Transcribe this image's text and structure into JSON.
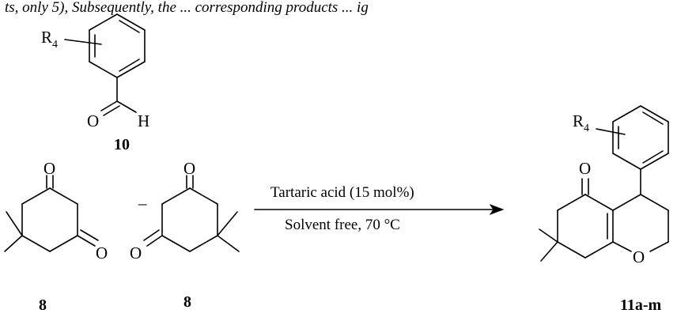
{
  "header_text": "ts, only 5), Subsequently, the ... corresponding products ... ig",
  "atoms": {
    "r_group": "R",
    "r_sub": "4",
    "oxygen": "O",
    "hydrogen": "H"
  },
  "compounds": {
    "aldehyde": "10",
    "dione_left": "8",
    "dione_right": "8",
    "product": "11a-m"
  },
  "separator": "–",
  "conditions": {
    "catalyst": "Tartaric acid (15 mol%)",
    "medium": "Solvent free, 70 °C"
  }
}
